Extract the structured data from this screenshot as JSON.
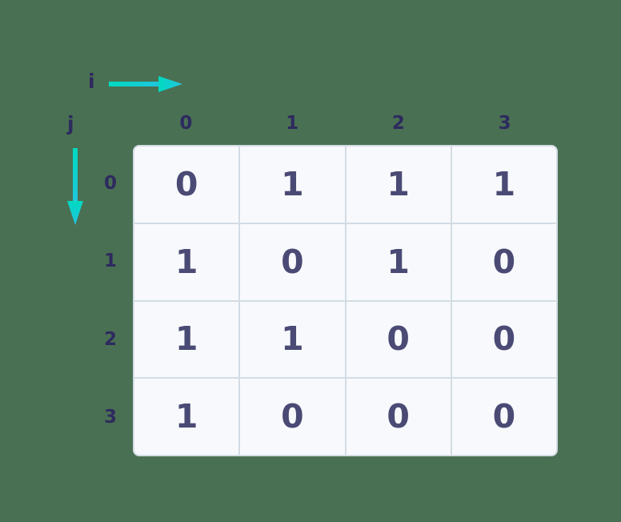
{
  "background_color": "#4a7053",
  "axes": {
    "horizontal": {
      "letter": "i",
      "arrow_icon": "arrow-right-icon",
      "arrow_gradient_from": "#00d9c0",
      "arrow_gradient_to": "#22c5e0"
    },
    "vertical": {
      "letter": "j",
      "arrow_icon": "arrow-down-icon",
      "arrow_gradient_from": "#00d9c0",
      "arrow_gradient_to": "#22c5e0"
    }
  },
  "matrix": {
    "column_headers": [
      "0",
      "1",
      "2",
      "3"
    ],
    "row_headers": [
      "0",
      "1",
      "2",
      "3"
    ],
    "cell_text_color": "#4a4a75",
    "header_text_color": "#2d2a5e",
    "cell_background": "#f8f9fc",
    "border_color": "#d3dce4",
    "rows": [
      [
        "0",
        "1",
        "1",
        "1"
      ],
      [
        "1",
        "0",
        "1",
        "0"
      ],
      [
        "1",
        "1",
        "0",
        "0"
      ],
      [
        "1",
        "0",
        "0",
        "0"
      ]
    ]
  },
  "chart_data": {
    "type": "heatmap",
    "title": "",
    "xlabel": "i",
    "ylabel": "j",
    "x": [
      "0",
      "1",
      "2",
      "3"
    ],
    "y": [
      "0",
      "1",
      "2",
      "3"
    ],
    "values": [
      [
        0,
        1,
        1,
        1
      ],
      [
        1,
        0,
        1,
        0
      ],
      [
        1,
        1,
        0,
        0
      ],
      [
        1,
        0,
        0,
        0
      ]
    ],
    "note": "4x4 binary adjacency-style matrix; i indexes columns left-to-right, j indexes rows top-to-bottom"
  }
}
